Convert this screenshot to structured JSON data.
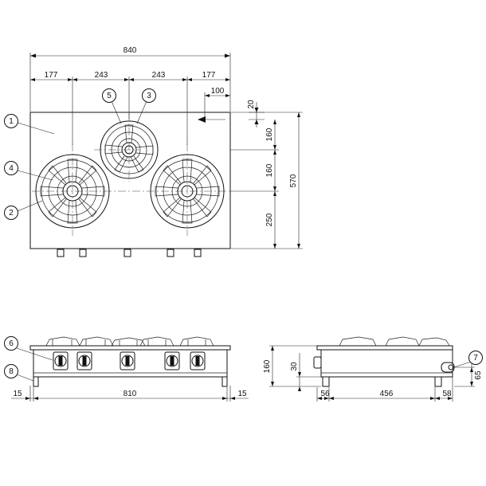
{
  "dimensions": {
    "top": {
      "overall_width": "840",
      "seg1": "177",
      "seg2": "243",
      "seg3": "243",
      "seg4": "177",
      "pilot_offset": "100",
      "pilot_gap": "20",
      "row1": "160",
      "row2": "160",
      "row3": "250",
      "depth": "570"
    },
    "front": {
      "height": "160",
      "left_gap": "15",
      "width": "810",
      "right_gap": "15"
    },
    "side": {
      "height_left": "30",
      "left": "56",
      "middle": "456",
      "right": "58",
      "height_right": "65"
    }
  },
  "callouts": [
    "1",
    "2",
    "3",
    "4",
    "5",
    "6",
    "7",
    "8"
  ]
}
